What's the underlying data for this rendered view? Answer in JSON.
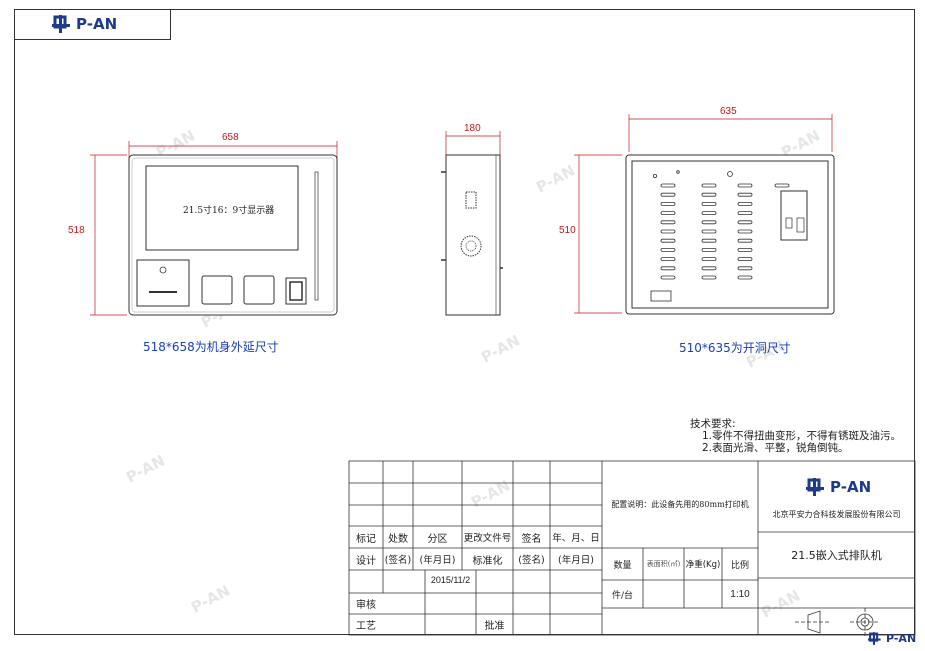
{
  "brand": {
    "name": "P-AN"
  },
  "front_view": {
    "width_label": "658",
    "height_label": "518",
    "screen_label": "21.5寸16：9寸显示器",
    "caption": "518*658为机身外延尺寸"
  },
  "side_view": {
    "width_label": "180"
  },
  "back_view": {
    "width_label": "635",
    "height_label": "510",
    "caption": "510*635为开洞尺寸"
  },
  "tech_requirements": {
    "heading": "技术要求:",
    "items": [
      "1.零件不得扭曲变形，不得有锈斑及油污。",
      "2.表面光滑、平整，锐角倒钝。"
    ]
  },
  "title_block": {
    "revision_headers": [
      "标记",
      "处数",
      "分区",
      "更改文件号",
      "签名",
      "年、月、日"
    ],
    "design_row": [
      "设计",
      "(签名)",
      "(年月日)",
      "标准化",
      "(签名)",
      "(年月日)"
    ],
    "date": "2015/11/2",
    "review_label": "审核",
    "process_label": "工艺",
    "approve_label": "批准",
    "config_note": "配置说明：此设备先用的80mm打印机",
    "company": "北京平安力合科技发展股份有限公司",
    "product_name": "21.5嵌入式排队机",
    "quantity_label": "数量",
    "area_label": "表面积(㎡)",
    "weight_label": "净重(Kg)",
    "scale_label": "比例",
    "unit_label": "件/台",
    "scale_value": "1:10"
  },
  "colors": {
    "brand_blue": "#1e3a8a",
    "dimension_red": "#c21a1a",
    "note_blue": "#1a3fb8"
  }
}
